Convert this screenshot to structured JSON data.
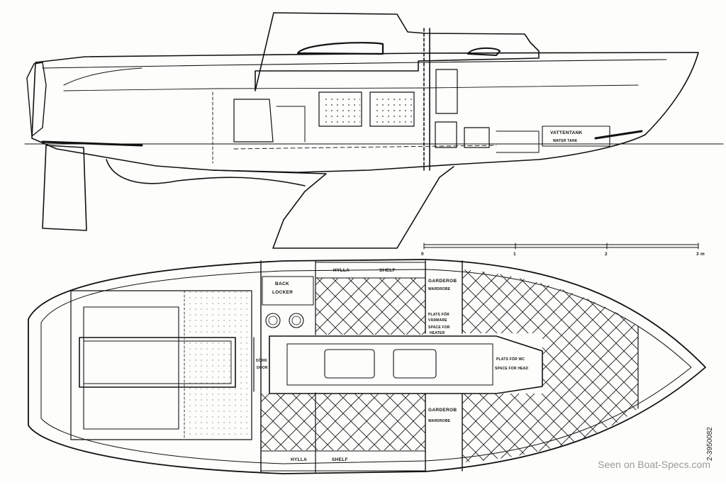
{
  "profile": {
    "water_tank_label_1": "VATTENTANK",
    "water_tank_label_2": "WATER TANK"
  },
  "scale_bar": {
    "ticks": [
      "0",
      "1",
      "2",
      "3 m"
    ]
  },
  "plan": {
    "shelf_top_1": "HYLLA",
    "shelf_top_2": "SHELF",
    "shelf_bottom_1": "HYLLA",
    "shelf_bottom_2": "SHELF",
    "back_locker_1": "BACK",
    "back_locker_2": "LOCKER",
    "wardrobe_top_1": "GARDEROB",
    "wardrobe_top_2": "WARDROBE",
    "heater_1": "PLATS FÖR",
    "heater_2": "VÄRMARE",
    "heater_3": "SPACE FOR",
    "heater_4": "HEATER",
    "wardrobe_bottom_1": "GARDEROB",
    "wardrobe_bottom_2": "WARDROBE",
    "forepeak_1": "PLATS FÖR WC",
    "forepeak_2": "SPACE FOR HEAD",
    "door_1": "DÖRR",
    "door_2": "DOOR"
  },
  "reference_number": "2-3950082",
  "watermark": "Seen on Boat-Specs.com"
}
